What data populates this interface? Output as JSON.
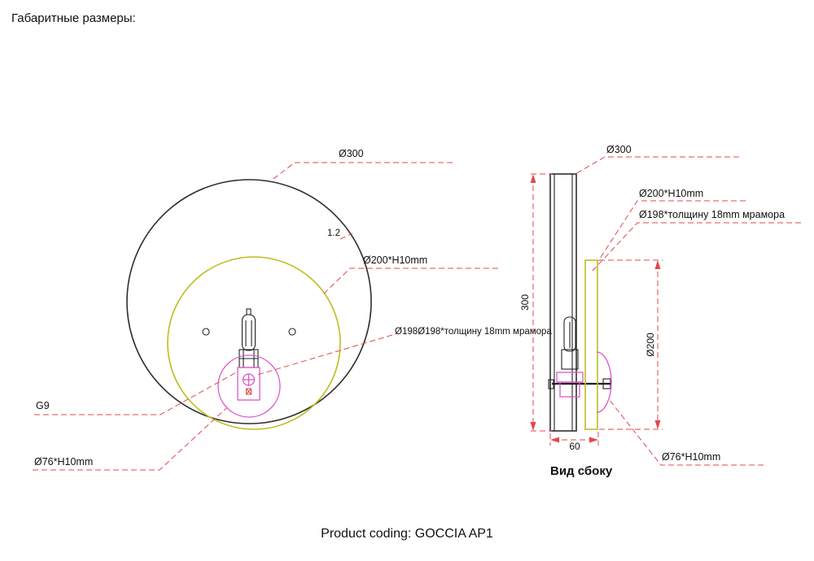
{
  "page": {
    "title": "Габаритные размеры:",
    "product_coding": "Product coding: GOCCIA AP1"
  },
  "colors": {
    "leader_red": "#e2484c",
    "outline_black": "#2f2f2f",
    "marble_yellow": "#bcbd1f",
    "glass_magenta": "#d957c8"
  },
  "front_view": {
    "label_d300": "Ø300",
    "label_thickness": "1.2",
    "label_d200": "Ø200*H10mm",
    "label_d198": "Ø198Ø198*толщину 18mm мрамора",
    "label_socket": "G9",
    "label_d76": "Ø76*H10mm"
  },
  "side_view": {
    "caption": "Вид сбоку",
    "label_d300": "Ø300",
    "label_d200": "Ø200*H10mm",
    "label_d198": "Ø198*толщину 18mm мрамора",
    "label_d76": "Ø76*H10mm",
    "dim_height": "300",
    "dim_diameter": "Ø200",
    "dim_depth": "60"
  }
}
